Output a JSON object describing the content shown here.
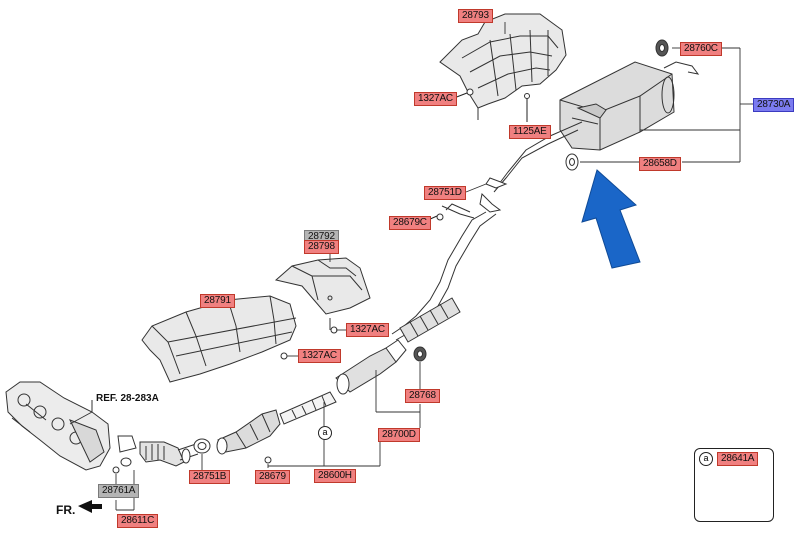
{
  "labels": {
    "p28793": "28793",
    "p28760C": "28760C",
    "p28730A": "28730A",
    "p1327AC_top": "1327AC",
    "p1125AE": "1125AE",
    "p28658D": "28658D",
    "p28751D": "28751D",
    "p28679C": "28679C",
    "p28792": "28792",
    "p28798": "28798",
    "p28791": "28791",
    "p1327AC_mid": "1327AC",
    "p1327AC_low": "1327AC",
    "p28768": "28768",
    "p28700D": "28700D",
    "p28751B": "28751B",
    "p28679": "28679",
    "p28600H": "28600H",
    "p28761A": "28761A",
    "p28611C": "28611C",
    "p28641A": "28641A"
  },
  "callout": {
    "a_main": "a",
    "a_inset": "a"
  },
  "text": {
    "ref": "REF. 28-283A",
    "front": "FR."
  },
  "colors": {
    "label_red": "#f08080",
    "label_blue": "#7b7bf0",
    "label_gray": "#b4b4b4",
    "arrow": "#1a66c8"
  }
}
